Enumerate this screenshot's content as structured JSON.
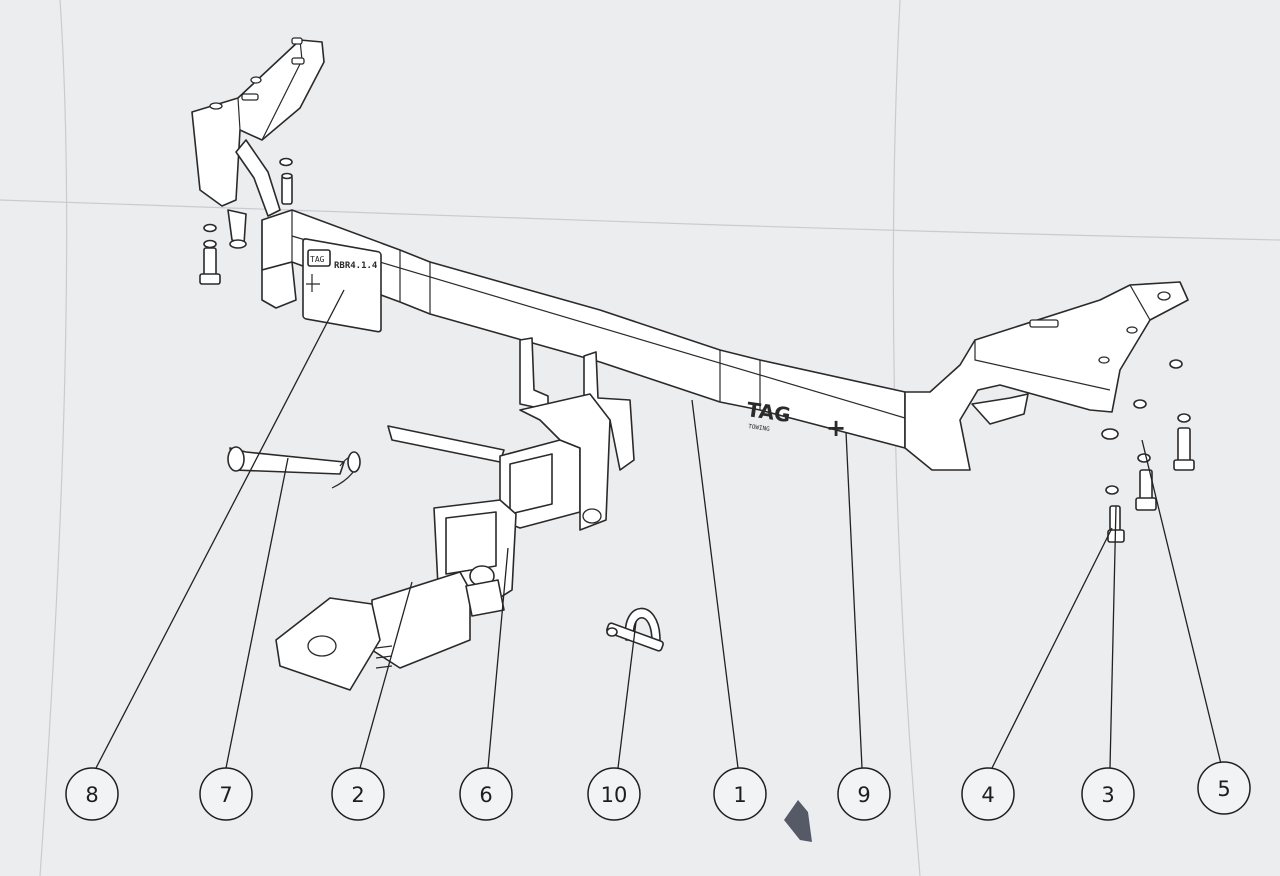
{
  "brand": {
    "logo_text": "TAG",
    "logo_sub": "TOWING",
    "plus_symbol": "+",
    "label_tag": "TAG",
    "label_code": "RBR4.1.4"
  },
  "callouts": [
    {
      "id": "8",
      "label": "8"
    },
    {
      "id": "7",
      "label": "7"
    },
    {
      "id": "2",
      "label": "2"
    },
    {
      "id": "6",
      "label": "6"
    },
    {
      "id": "10",
      "label": "10"
    },
    {
      "id": "1",
      "label": "1"
    },
    {
      "id": "9",
      "label": "9"
    },
    {
      "id": "4",
      "label": "4"
    },
    {
      "id": "3",
      "label": "3"
    },
    {
      "id": "5",
      "label": "5"
    }
  ],
  "colors": {
    "paper": "#ecedef",
    "ink": "#2a2a2a",
    "tear_mark": "#555a66"
  }
}
